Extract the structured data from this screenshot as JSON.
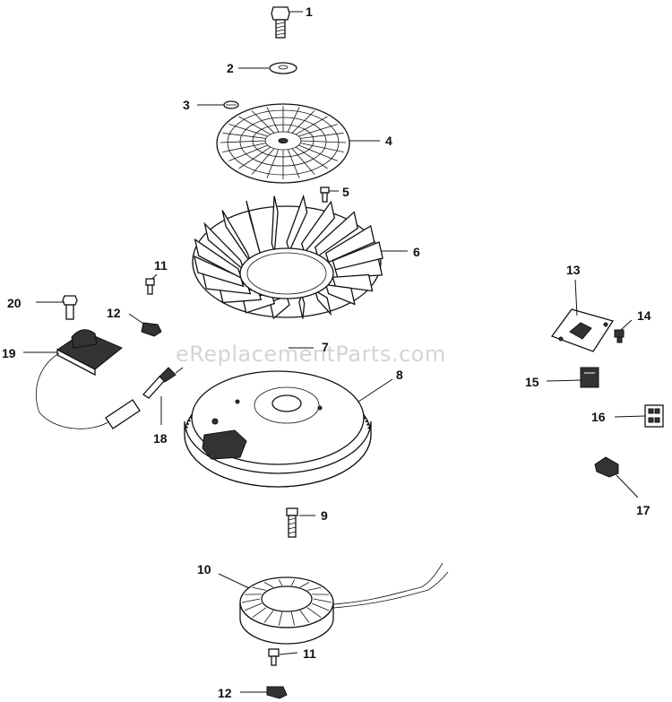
{
  "watermark": "eReplacementParts.com",
  "callouts": [
    "1",
    "2",
    "3",
    "4",
    "5",
    "6",
    "7",
    "8",
    "9",
    "10",
    "11",
    "12",
    "13",
    "14",
    "15",
    "16",
    "17",
    "18",
    "19",
    "20",
    "11",
    "12"
  ]
}
